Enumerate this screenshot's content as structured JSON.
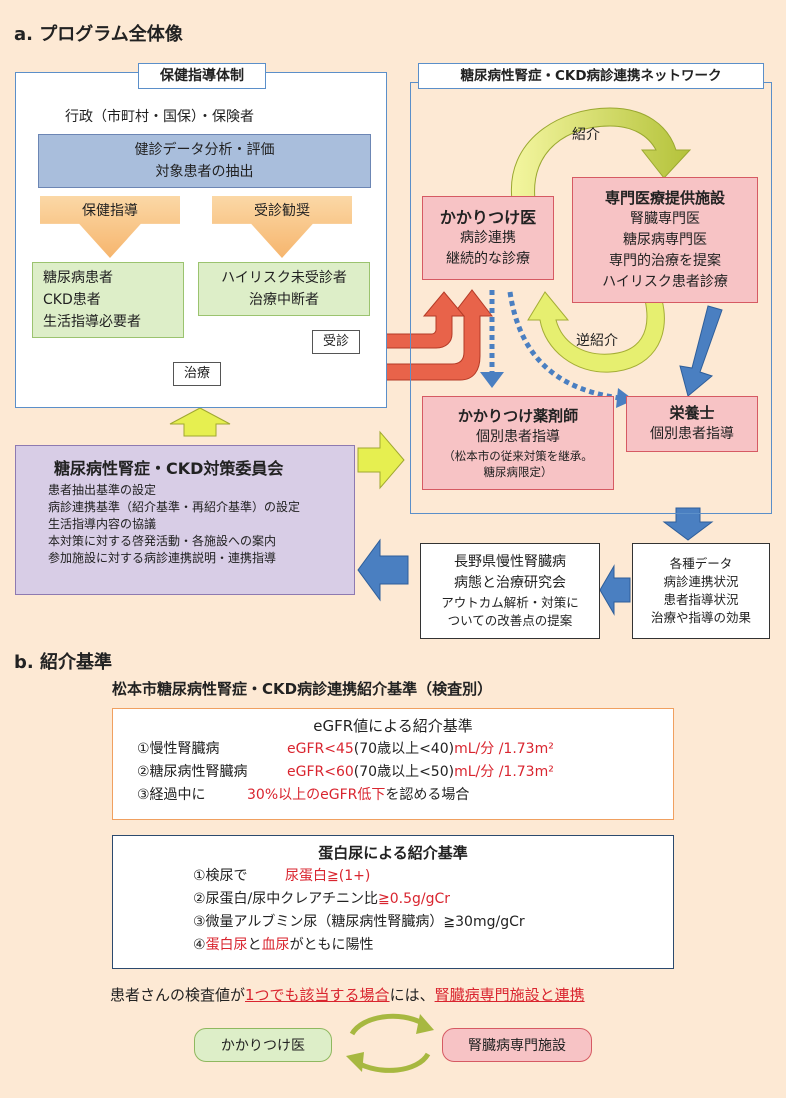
{
  "section_a": {
    "title": "a.  プログラム全体像"
  },
  "health": {
    "panel_title": "保健指導体制",
    "admin_label": "行政（市町村・国保）・保険者",
    "analysis": [
      "健診データ分析・評価",
      "対象患者の抽出"
    ],
    "arrow_guidance": "保健指導",
    "arrow_recommend": "受診勧奨",
    "patients": [
      "糖尿病患者",
      "CKD患者",
      "生活指導必要者"
    ],
    "highrisk": [
      "ハイリスク未受診者",
      "治療中断者"
    ],
    "label_consult": "受診",
    "label_treatment": "治療"
  },
  "network": {
    "panel_title": "糖尿病性腎症・CKD病診連携ネットワーク",
    "label_referral": "紹介",
    "label_reverse": "逆紹介",
    "family_doctor": {
      "title": "かかりつけ医",
      "lines": [
        "病診連携",
        "継続的な診療"
      ]
    },
    "specialist": {
      "title": "専門医療提供施設",
      "lines": [
        "腎臓専門医",
        "糖尿病専門医",
        "専門的治療を提案",
        "ハイリスク患者診療"
      ]
    },
    "pharmacist": {
      "title": "かかりつけ薬剤師",
      "lines": [
        "個別患者指導",
        "（松本市の従来対策を継承。",
        "糖尿病限定）"
      ]
    },
    "nutritionist": {
      "title": "栄養士",
      "lines": [
        "個別患者指導"
      ]
    }
  },
  "committee": {
    "title": "糖尿病性腎症・CKD対策委員会",
    "items": [
      "患者抽出基準の設定",
      "病診連携基準（紹介基準・再紹介基準）の設定",
      "生活指導内容の協議",
      "本対策に対する啓発活動・各施設への案内",
      "参加施設に対する病診連携説明・連携指導"
    ]
  },
  "research": {
    "lines": [
      "長野県慢性腎臓病",
      "病態と治療研究会"
    ],
    "sub": [
      "アウトカム解析・対策に",
      "ついての改善点の提案"
    ]
  },
  "data_box": {
    "lines": [
      "各種データ",
      "病診連携状況",
      "患者指導状況",
      "治療や指導の効果"
    ]
  },
  "section_b": {
    "title": "b.  紹介基準",
    "subtitle": "松本市糖尿病性腎症・CKD病診連携紹介基準（検査別）"
  },
  "egfr": {
    "title": "eGFR値による紹介基準",
    "row1": {
      "label": "①慢性腎臓病",
      "red1": "eGFR<45",
      "black": "(70歳以上<40)",
      "red2": "mL/分 /1.73m²"
    },
    "row2": {
      "label": "②糖尿病性腎臓病",
      "red1": "eGFR<60",
      "black": "(70歳以上<50)",
      "red2": "mL/分 /1.73m²"
    },
    "row3": {
      "label": "③経過中に",
      "red": "30%以上のeGFR低下",
      "tail": "を認める場合"
    }
  },
  "protein": {
    "title": "蛋白尿による紹介基準",
    "row1": {
      "label": "①検尿で",
      "red": "尿蛋白≧(1+)"
    },
    "row2": {
      "label": "②尿蛋白/尿中クレアチニン比",
      "red": "≧0.5g/gCr"
    },
    "row3": {
      "label": "③微量アルブミン尿（糖尿病性腎臓病）",
      "red": "≧30mg/gCr"
    },
    "row4": {
      "pre": "④",
      "red1": "蛋白尿",
      "mid": "と",
      "red2": "血尿",
      "tail": "がともに陽性"
    }
  },
  "conclusion": {
    "pre": "患者さんの検査値が",
    "red1": "1つでも該当する場合",
    "mid": "には、",
    "red2": "腎臓病専門施設と連携"
  },
  "bottom": {
    "left": "かかりつけ医",
    "right": "腎臓病専門施設"
  },
  "colors": {
    "red": "#d9252f",
    "panel_border": "#5b8fc9",
    "arrow_blue": "#4a7fc1",
    "arrow_orange": "#e8634a",
    "arrow_yellow": "#e4ec4f"
  }
}
